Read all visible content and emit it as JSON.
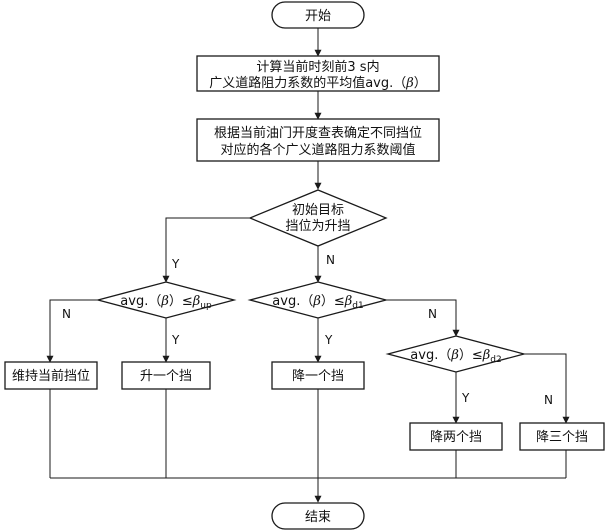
{
  "nodes": {
    "start": {
      "text": "开始"
    },
    "compute_avg": {
      "line1": "计算当前时刻前3 s内",
      "line2_text": "广义道路阻力系数的平均值avg.（",
      "line2_symbol": "β",
      "line2_close": "）"
    },
    "lookup_thresholds": {
      "line1": "根据当前油门开度查表确定不同挡位",
      "line2": "对应的各个广义道路阻力系数阈值"
    },
    "is_upshift_target": {
      "line1": "初始目标",
      "line2": "挡位为升挡"
    },
    "cmp_up": {
      "prefix": "avg.（",
      "symbol": "β",
      "rel": "）≤",
      "sym2": "β",
      "subscript": "up"
    },
    "cmp_d1": {
      "prefix": "avg.（",
      "symbol": "β",
      "rel": "）≤",
      "sym2": "β",
      "subscript": "d1"
    },
    "cmp_d2": {
      "prefix": "avg.（",
      "symbol": "β",
      "rel": "）≤",
      "sym2": "β",
      "subscript": "d2"
    },
    "keep_gear": {
      "text": "维持当前挡位"
    },
    "up_one": {
      "text": "升一个挡"
    },
    "down_one": {
      "text": "降一个挡"
    },
    "down_two": {
      "text": "降两个挡"
    },
    "down_three": {
      "text": "降三个挡"
    },
    "end": {
      "text": "结束"
    }
  },
  "edge_labels": {
    "upshift_yes": "Y",
    "upshift_no": "N",
    "up_no": "N",
    "up_yes": "Y",
    "d1_yes": "Y",
    "d1_no": "N",
    "d2_yes": "Y",
    "d2_no": "N"
  }
}
